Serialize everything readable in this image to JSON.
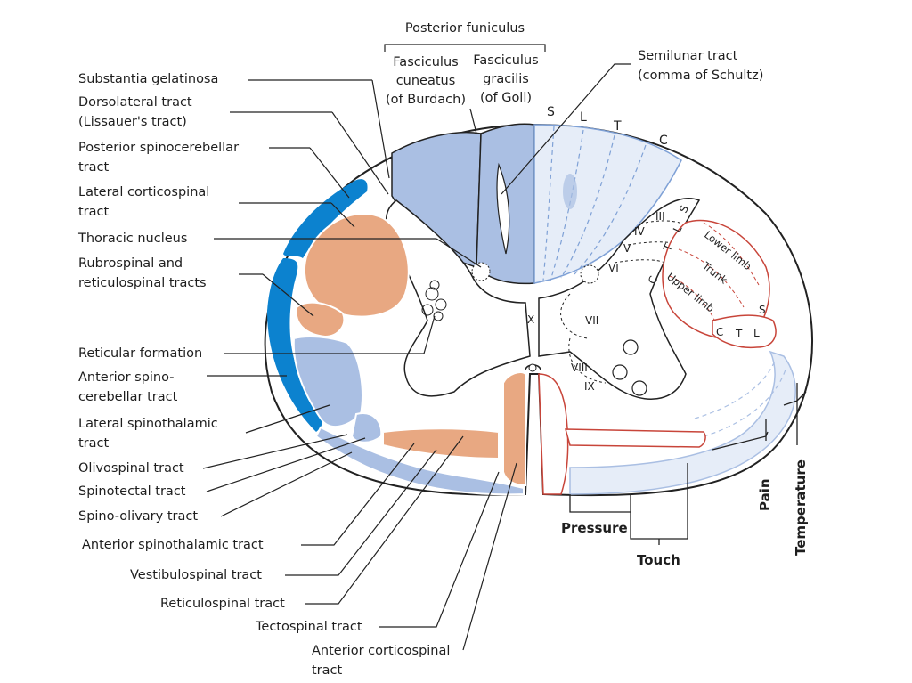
{
  "header": {
    "posterior_funiculus": "Posterior funiculus",
    "fasciculus_cuneatus": "Fasciculus\ncuneatus\n(of Burdach)",
    "fasciculus_gracilis": "Fasciculus\ngracilis\n(of Goll)",
    "semilunar_tract": "Semilunar tract\n(comma of Schultz)"
  },
  "left_labels": [
    "Substantia gelatinosa",
    "Dorsolateral tract\n(Lissauer's tract)",
    "Posterior spinocerebellar\ntract",
    "Lateral corticospinal\ntract",
    "Thoracic nucleus",
    "Rubrospinal and\nreticulospinal tracts",
    "Reticular formation",
    "Anterior spino-\ncerebellar tract",
    "Lateral spinothalamic\ntract",
    "Olivospinal tract",
    "Spinotectal tract",
    "Spino-olivary tract"
  ],
  "bottom_labels": [
    "Anterior spinothalamic tract",
    "Vestibulospinal tract",
    "Reticulospinal tract",
    "Tectospinal tract",
    "Anterior corticospinal\ntract"
  ],
  "segment_letters": {
    "S": "S",
    "L": "L",
    "T": "T",
    "C": "C"
  },
  "laminae": [
    "III",
    "IV",
    "V",
    "VI",
    "VII",
    "VIII",
    "IX",
    "X"
  ],
  "body_regions": {
    "lower_limb": "Lower limb",
    "trunk": "Trunk",
    "upper_limb": "Upper limb"
  },
  "lateral_letters": {
    "s": "S",
    "l": "L",
    "t": "T",
    "c": "C",
    "s2": "S",
    "c2": "C",
    "t2": "T",
    "l2": "L"
  },
  "modalities": {
    "pressure": "Pressure",
    "touch": "Touch",
    "pain": "Pain",
    "temperature": "Temperature"
  },
  "colors": {
    "dark_blue": "#0c82cf",
    "light_blue": "#aabfe3",
    "salmon": "#e8a882",
    "red_outline": "#c8453a",
    "outline": "#222222"
  }
}
